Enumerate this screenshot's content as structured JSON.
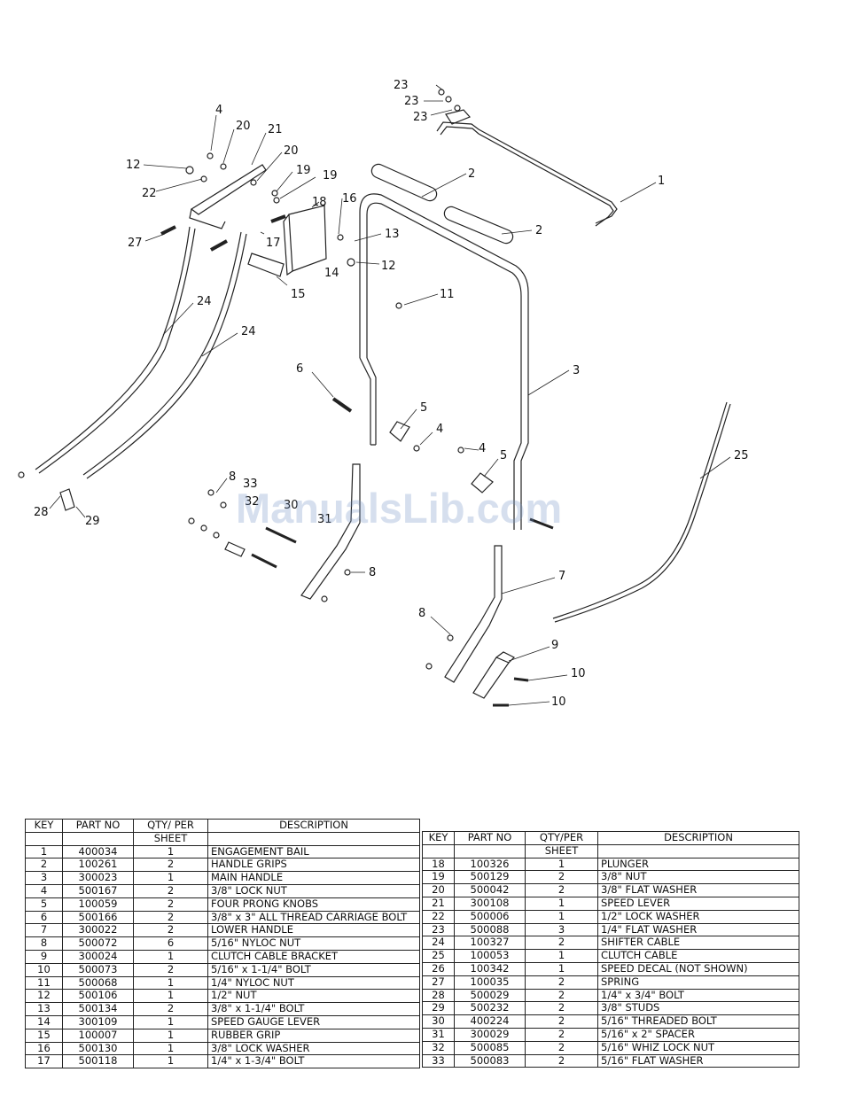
{
  "watermark": "ManualsLib.com",
  "callouts": {
    "c1": "1",
    "c2a": "2",
    "c2b": "2",
    "c3": "3",
    "c4a": "4",
    "c4b": "4",
    "c4c": "4",
    "c5a": "5",
    "c5b": "5",
    "c6": "6",
    "c7": "7",
    "c8a": "8",
    "c8b": "8",
    "c8c": "8",
    "c9": "9",
    "c10a": "10",
    "c10b": "10",
    "c11": "11",
    "c12a": "12",
    "c12b": "12",
    "c13": "13",
    "c14": "14",
    "c15": "15",
    "c16": "16",
    "c17": "17",
    "c18": "18",
    "c19a": "19",
    "c19b": "19",
    "c20a": "20",
    "c20b": "20",
    "c21": "21",
    "c22": "22",
    "c23a": "23",
    "c23b": "23",
    "c23c": "23",
    "c24a": "24",
    "c24b": "24",
    "c25": "25",
    "c27": "27",
    "c28": "28",
    "c29": "29",
    "c30": "30",
    "c31": "31",
    "c32": "32",
    "c33": "33"
  },
  "table_headers": {
    "key": "KEY",
    "part_no": "PART NO",
    "qty_left": "QTY/ PER",
    "qty_right": "QTY/PER",
    "sheet": "SHEET",
    "description": "DESCRIPTION"
  },
  "parts_left": [
    {
      "key": "1",
      "part": "400034",
      "qty": "1",
      "desc": "ENGAGEMENT BAIL"
    },
    {
      "key": "2",
      "part": "100261",
      "qty": "2",
      "desc": "HANDLE GRIPS"
    },
    {
      "key": "3",
      "part": "300023",
      "qty": "1",
      "desc": "MAIN HANDLE"
    },
    {
      "key": "4",
      "part": "500167",
      "qty": "2",
      "desc": "3/8\" LOCK NUT"
    },
    {
      "key": "5",
      "part": "100059",
      "qty": "2",
      "desc": "FOUR PRONG KNOBS"
    },
    {
      "key": "6",
      "part": "500166",
      "qty": "2",
      "desc": "3/8\" x 3\" ALL THREAD CARRIAGE BOLT"
    },
    {
      "key": "7",
      "part": "300022",
      "qty": "2",
      "desc": "LOWER HANDLE"
    },
    {
      "key": "8",
      "part": "500072",
      "qty": "6",
      "desc": "5/16\" NYLOC NUT"
    },
    {
      "key": "9",
      "part": "300024",
      "qty": "1",
      "desc": "CLUTCH CABLE BRACKET"
    },
    {
      "key": "10",
      "part": "500073",
      "qty": "2",
      "desc": "5/16\" x 1-1/4\" BOLT"
    },
    {
      "key": "11",
      "part": "500068",
      "qty": "1",
      "desc": "1/4\" NYLOC NUT"
    },
    {
      "key": "12",
      "part": "500106",
      "qty": "1",
      "desc": "1/2\" NUT"
    },
    {
      "key": "13",
      "part": "500134",
      "qty": "2",
      "desc": "3/8\" x 1-1/4\" BOLT"
    },
    {
      "key": "14",
      "part": "300109",
      "qty": "1",
      "desc": "SPEED GAUGE LEVER"
    },
    {
      "key": "15",
      "part": "100007",
      "qty": "1",
      "desc": "RUBBER GRIP"
    },
    {
      "key": "16",
      "part": "500130",
      "qty": "1",
      "desc": "3/8\" LOCK WASHER"
    },
    {
      "key": "17",
      "part": "500118",
      "qty": "1",
      "desc": "1/4\" x 1-3/4\" BOLT"
    }
  ],
  "parts_right": [
    {
      "key": "18",
      "part": "100326",
      "qty": "1",
      "desc": "PLUNGER"
    },
    {
      "key": "19",
      "part": "500129",
      "qty": "2",
      "desc": "3/8\" NUT"
    },
    {
      "key": "20",
      "part": "500042",
      "qty": "2",
      "desc": "3/8\" FLAT WASHER"
    },
    {
      "key": "21",
      "part": "300108",
      "qty": "1",
      "desc": "SPEED LEVER"
    },
    {
      "key": "22",
      "part": "500006",
      "qty": "1",
      "desc": "1/2\" LOCK WASHER"
    },
    {
      "key": "23",
      "part": "500088",
      "qty": "3",
      "desc": "1/4\" FLAT WASHER"
    },
    {
      "key": "24",
      "part": "100327",
      "qty": "2",
      "desc": "SHIFTER CABLE"
    },
    {
      "key": "25",
      "part": "100053",
      "qty": "1",
      "desc": "CLUTCH CABLE"
    },
    {
      "key": "26",
      "part": "100342",
      "qty": "1",
      "desc": "SPEED DECAL (NOT SHOWN)"
    },
    {
      "key": "27",
      "part": "100035",
      "qty": "2",
      "desc": "SPRING"
    },
    {
      "key": "28",
      "part": "500029",
      "qty": "2",
      "desc": "1/4\" x 3/4\" BOLT"
    },
    {
      "key": "29",
      "part": "500232",
      "qty": "2",
      "desc": "3/8\" STUDS"
    },
    {
      "key": "30",
      "part": "400224",
      "qty": "2",
      "desc": "5/16\" THREADED BOLT"
    },
    {
      "key": "31",
      "part": "300029",
      "qty": "2",
      "desc": "5/16\" x 2\" SPACER"
    },
    {
      "key": "32",
      "part": "500085",
      "qty": "2",
      "desc": "5/16\" WHIZ LOCK NUT"
    },
    {
      "key": "33",
      "part": "500083",
      "qty": "2",
      "desc": "5/16\" FLAT WASHER"
    }
  ]
}
